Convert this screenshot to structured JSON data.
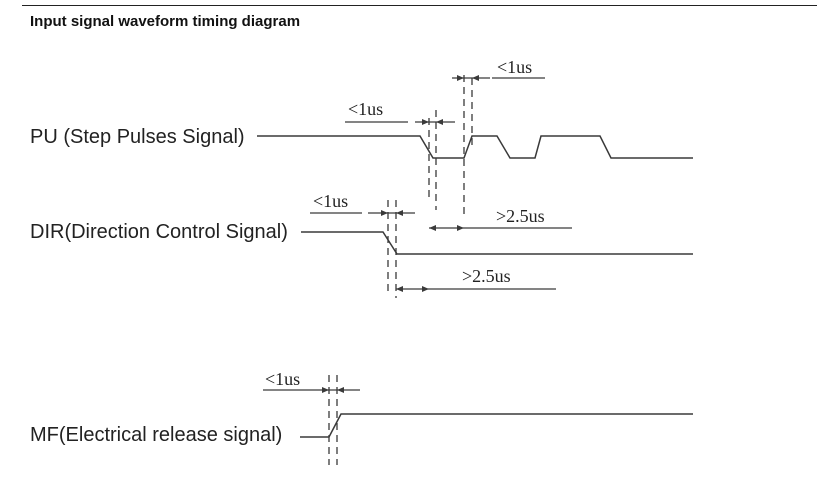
{
  "title": "Input signal waveform timing diagram",
  "signals": {
    "pu": {
      "label": "PU (Step Pulses Signal)"
    },
    "dir": {
      "label": "DIR(Direction Control Signal)"
    },
    "mf": {
      "label": "MF(Electrical release signal)"
    }
  },
  "timing_labels": {
    "pu_pulse_width": "<1us",
    "pu_edge": "<1us",
    "dir_edge": "<1us",
    "dir_setup": ">2.5us",
    "dir_hold": ">2.5us",
    "mf_edge": "<1us"
  }
}
